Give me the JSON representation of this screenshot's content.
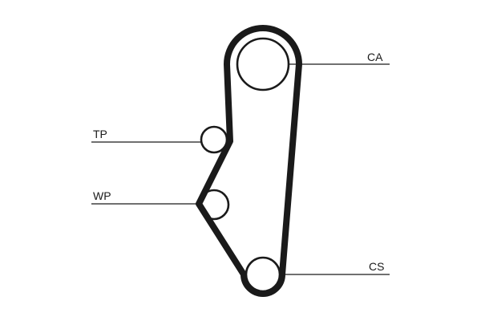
{
  "labels": {
    "ca": "CA",
    "tp": "TP",
    "wp": "WP",
    "cs": "CS"
  },
  "colors": {
    "ink": "#1a1a1a",
    "background": "#ffffff"
  }
}
